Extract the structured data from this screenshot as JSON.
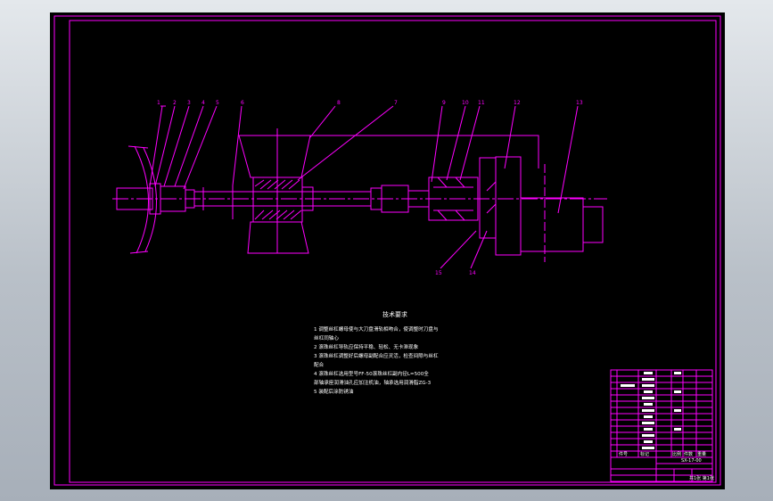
{
  "drawing": {
    "part_numbers": [
      "1",
      "2",
      "3",
      "4",
      "5",
      "6",
      "8",
      "7",
      "9",
      "10",
      "11",
      "12",
      "13",
      "15",
      "14"
    ],
    "tech_title": "技术要求",
    "tech_notes": [
      "1  调整丝杠螺母使与大刀盘滑轨相吻合，使调整时刀盘与",
      "丝杠同轴心",
      "2  滚珠丝杠导轨应保持平稳、轻松、无卡滞现象",
      "3  滚珠丝杠调整好后螺母副配合应灵活，检查间隙与丝杠",
      "配合",
      "4  滚珠丝杠选用型号FF-50滚珠丝杠副内径L=500全",
      "部轴承座润滑油孔应加注机油，轴承选用润滑脂ZG-3",
      "5  装配后涂防锈油"
    ],
    "title_block": {
      "labels_left": [
        "件号",
        "标记"
      ],
      "labels_right": [
        "比例",
        "件数",
        "重量"
      ],
      "drawing_no": "SX-17-00",
      "sheet_label": "共1张 第1张"
    }
  },
  "colors": {
    "line": "#ff00ff",
    "background": "#000000",
    "frame": "#c6ccd3"
  }
}
